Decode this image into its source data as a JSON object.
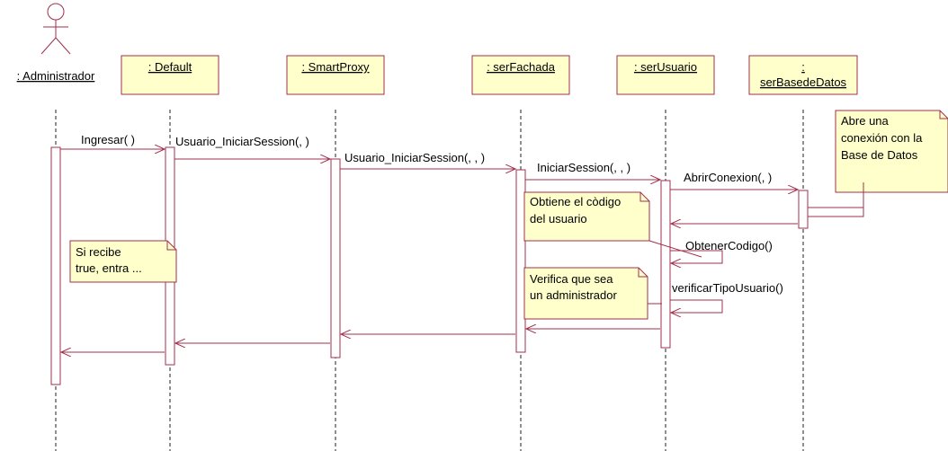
{
  "actor": {
    "label": ": Administrador"
  },
  "objects": [
    {
      "id": "default",
      "lines": [
        ": Default"
      ]
    },
    {
      "id": "smartproxy",
      "lines": [
        ": SmartProxy"
      ]
    },
    {
      "id": "serfachada",
      "lines": [
        ": serFachada"
      ]
    },
    {
      "id": "serusuario",
      "lines": [
        ": serUsuario"
      ]
    },
    {
      "id": "serbasededatos",
      "lines": [
        ":",
        "serBasedeDatos"
      ]
    }
  ],
  "messages": [
    {
      "id": "ingresar",
      "label": "Ingresar( )"
    },
    {
      "id": "usuario-iniciar-1",
      "label": "Usuario_IniciarSession(, )"
    },
    {
      "id": "usuario-iniciar-2",
      "label": "Usuario_IniciarSession(, , )"
    },
    {
      "id": "iniciar-session",
      "label": "IniciarSession(, , )"
    },
    {
      "id": "abrir-conexion",
      "label": "AbrirConexion(, )"
    },
    {
      "id": "obtener-codigo",
      "label": "ObtenerCodigo()"
    },
    {
      "id": "verificar-tipo",
      "label": "verificarTipoUsuario()"
    }
  ],
  "notes": [
    {
      "id": "abre-conexion",
      "lines": [
        "Abre una",
        "conexión con la",
        "Base de Datos"
      ]
    },
    {
      "id": "obtiene-codigo",
      "lines": [
        "Obtiene el còdigo",
        "del usuario"
      ]
    },
    {
      "id": "si-recibe",
      "lines": [
        "Si recibe",
        "true, entra ..."
      ]
    },
    {
      "id": "verifica-admin",
      "lines": [
        "Verifica que sea",
        "un administrador"
      ]
    }
  ],
  "colors": {
    "box_fill": "#ffffcc",
    "box_stroke": "#a0304c",
    "line": "#a0304c",
    "text": "#000000"
  }
}
